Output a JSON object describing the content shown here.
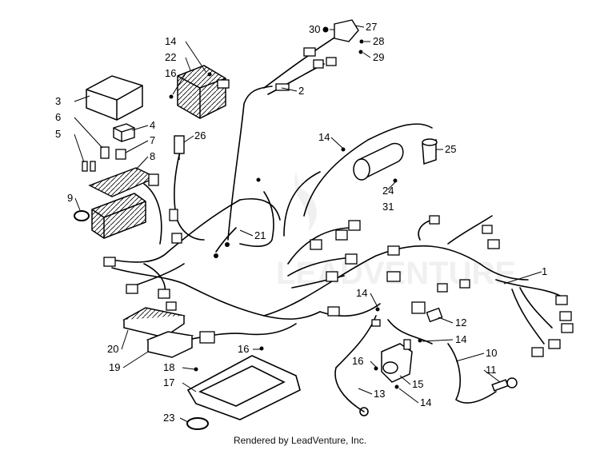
{
  "diagram": {
    "callouts": [
      "1",
      "2",
      "3",
      "4",
      "5",
      "6",
      "7",
      "8",
      "9",
      "10",
      "11",
      "12",
      "13",
      "14",
      "15",
      "16",
      "17",
      "18",
      "19",
      "20",
      "21",
      "22",
      "23",
      "24",
      "25",
      "26",
      "27",
      "28",
      "29",
      "30",
      "31"
    ]
  },
  "footer": {
    "text": "Rendered by LeadVenture, Inc."
  },
  "watermark": {
    "text": "LEADVENTURE"
  }
}
